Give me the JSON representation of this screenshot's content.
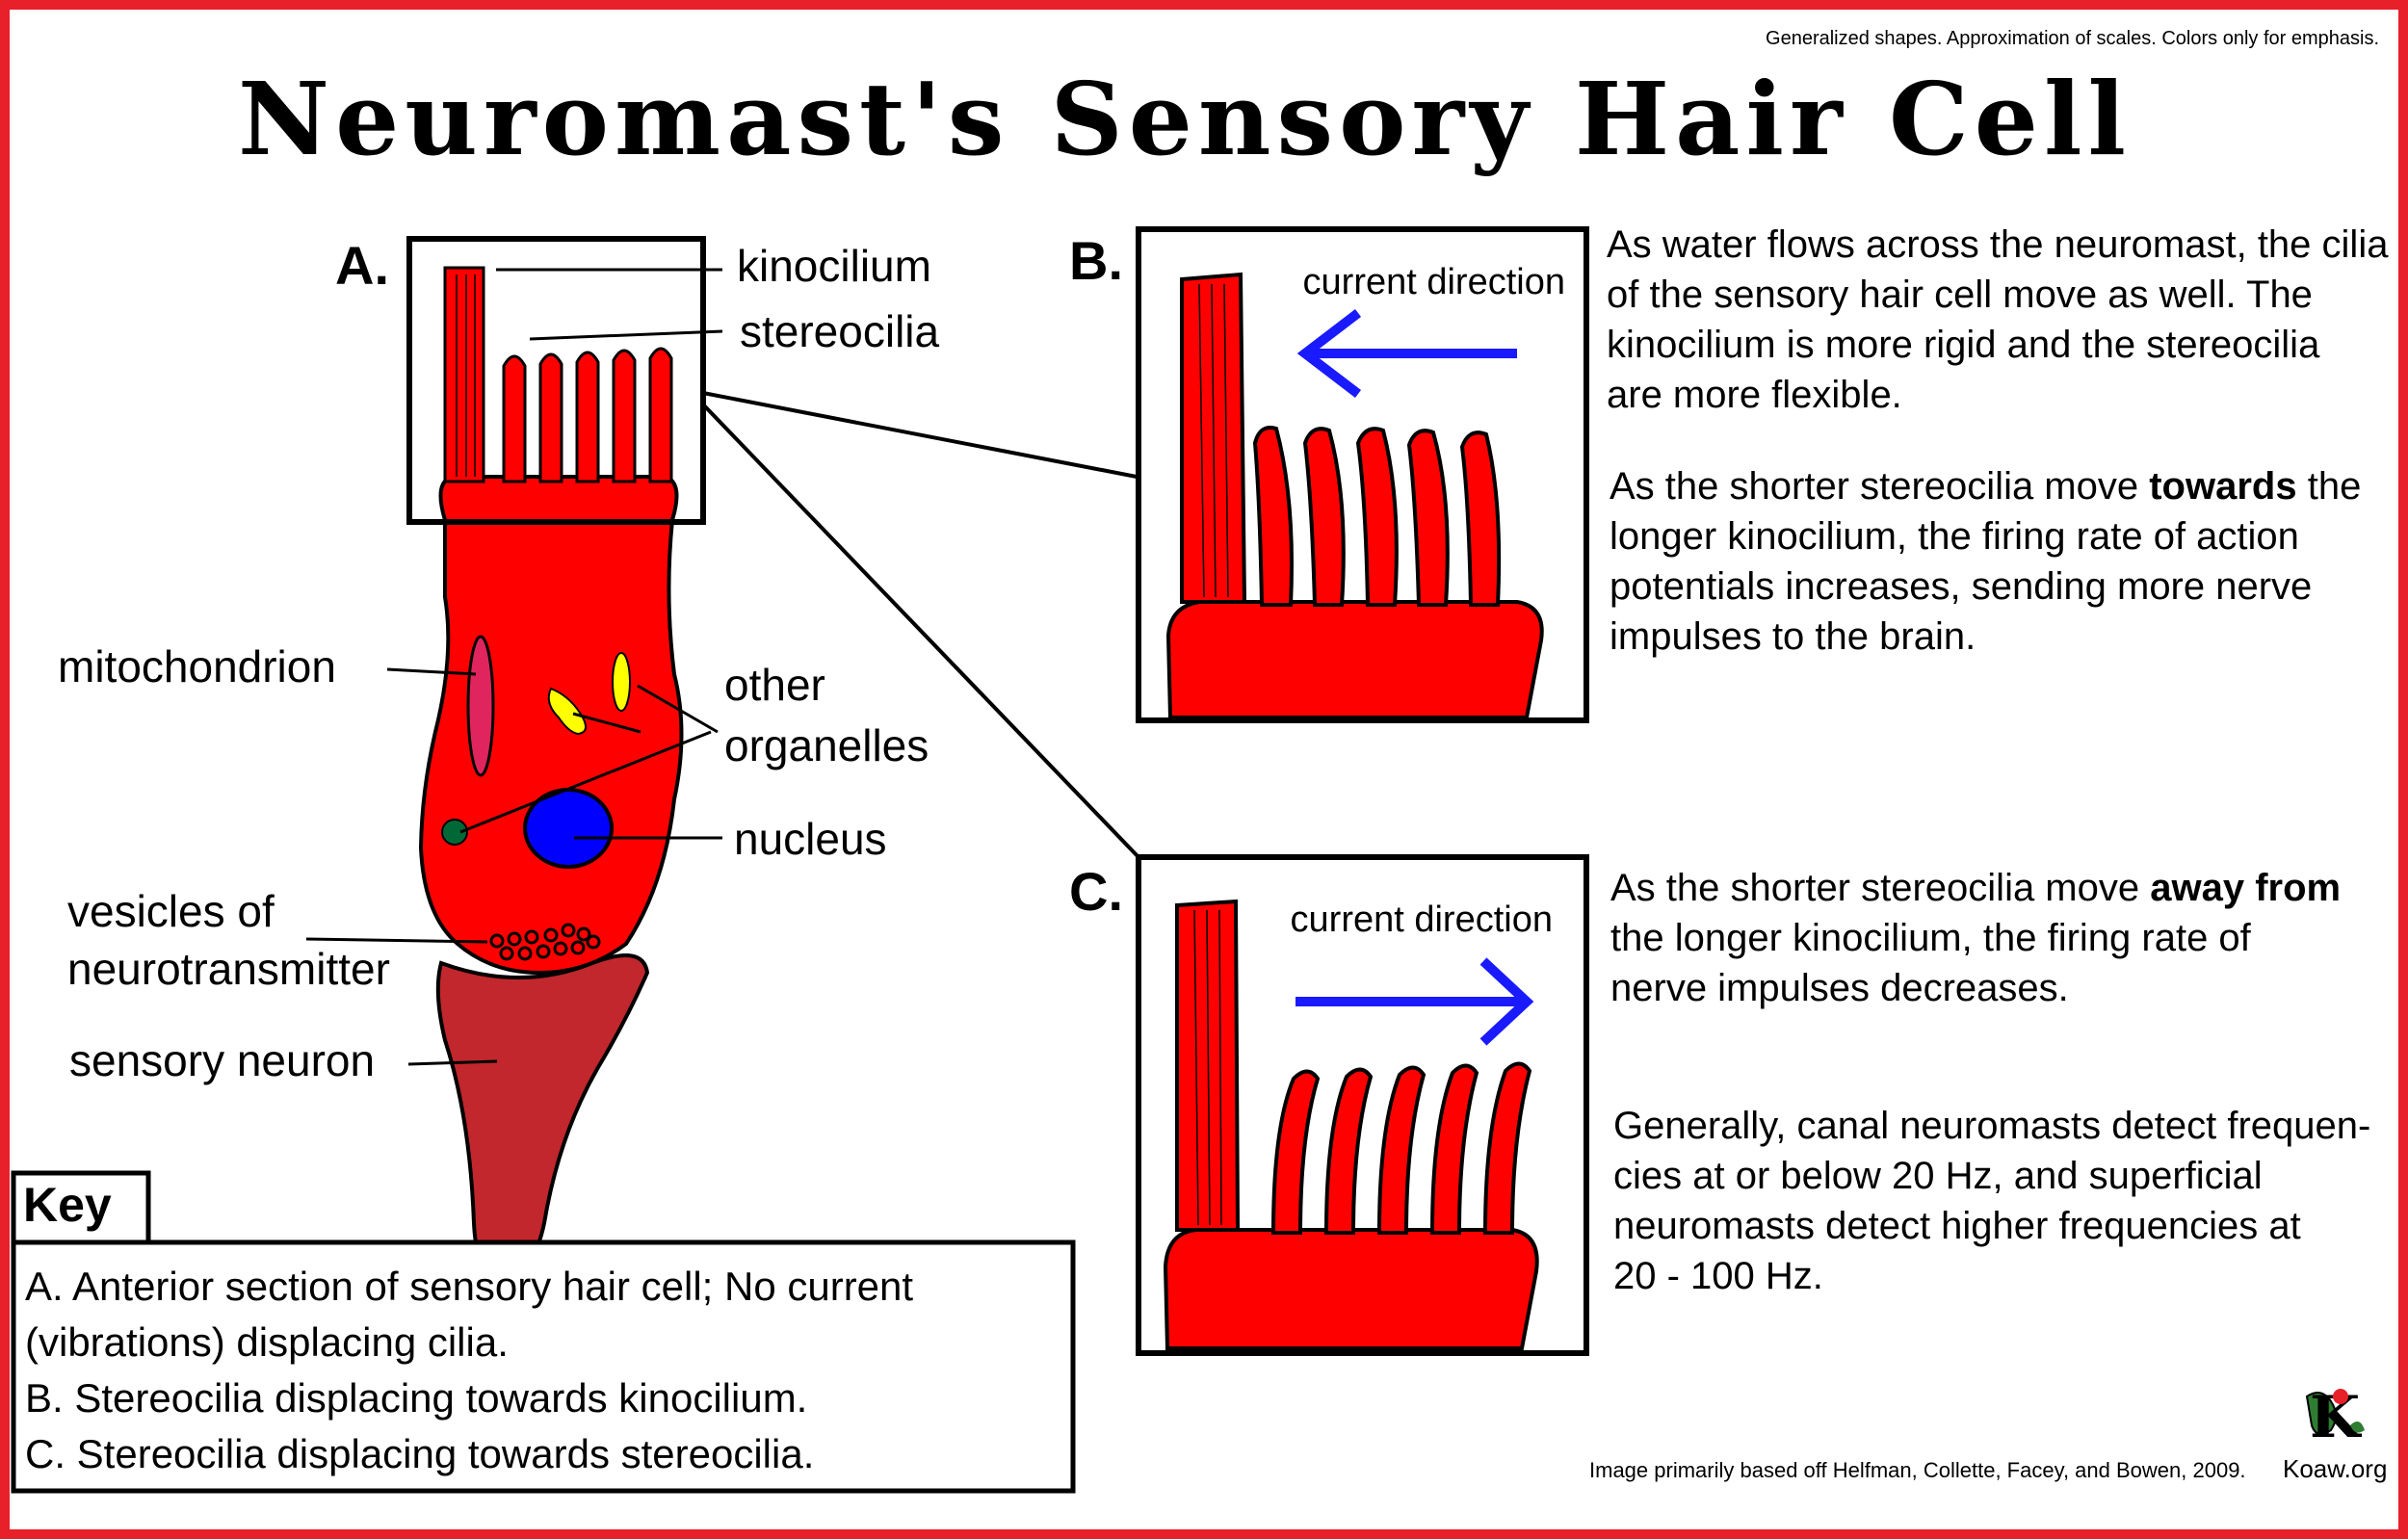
{
  "note_top": "Generalized shapes. Approximation of scales. Colors only for emphasis.",
  "title": "Neuromast's Sensory Hair Cell",
  "panels": {
    "a": "A.",
    "b": "B.",
    "c": "C."
  },
  "labels": {
    "kinocilium": "kinocilium",
    "stereocilia": "stereocilia",
    "mitochondrion": "mitochondrion",
    "other_organelles_1": "other",
    "other_organelles_2": "organelles",
    "nucleus": "nucleus",
    "vesicles_1": "vesicles of",
    "vesicles_2": "neurotransmitter",
    "sensory_neuron": "sensory neuron",
    "current_direction_b": "current direction",
    "current_direction_c": "current direction"
  },
  "text_b1": [
    "As water flows across the neuromast, the cilia",
    "of the sensory hair cell move as well. The",
    "kinocilium is more rigid and the stereocilia",
    "are more flexible."
  ],
  "text_b2": {
    "line1_pre": "As the shorter stereocilia move ",
    "line1_bold": "towards",
    "line1_post": " the",
    "lines": [
      "longer kinocilium, the firing rate of action",
      "potentials increases, sending more nerve",
      "impulses to the brain."
    ]
  },
  "text_c1": {
    "line1_pre": "As the shorter stereocilia move ",
    "line1_bold": "away from",
    "lines": [
      "the  longer kinocilium, the firing rate of",
      "nerve impulses decreases."
    ]
  },
  "text_c2": [
    "Generally, canal neuromasts detect frequen-",
    "cies at or below 20 Hz, and superficial",
    "neuromasts detect higher frequencies at",
    "20 - 100 Hz."
  ],
  "key": {
    "title": "Key",
    "lines": [
      "A. Anterior section of sensory hair cell; No current",
      "(vibrations) displacing cilia.",
      "B. Stereocilia displacing towards kinocilium.",
      "C. Stereocilia displacing towards stereocilia."
    ]
  },
  "footer": {
    "citation": "Image primarily based off Helfman, Collette, Facey, and Bowen, 2009.",
    "site": "Koaw.org"
  },
  "colors": {
    "border": "#e8202a",
    "cell": "#ff0000",
    "neuron": "#c1272d",
    "mitochondrion": "#e0245e",
    "organelle_yellow": "#ffff00",
    "organelle_green": "#006837",
    "nucleus": "#0000ff",
    "arrow": "#1a1aff"
  }
}
